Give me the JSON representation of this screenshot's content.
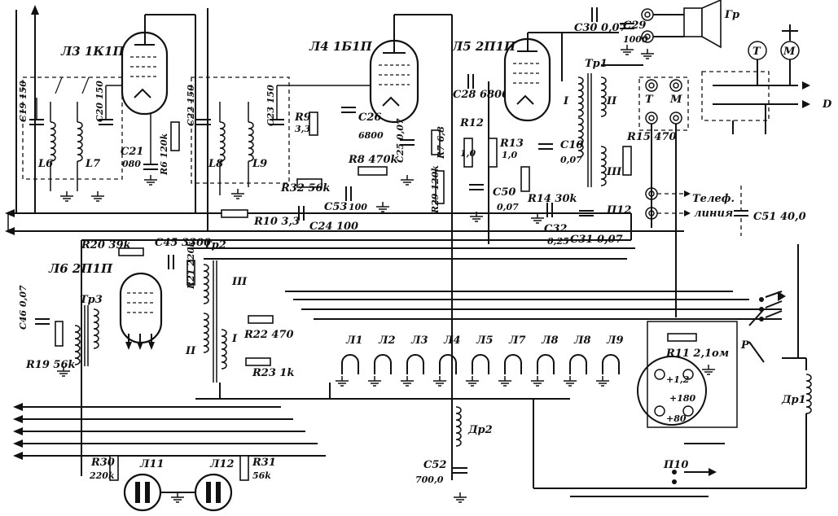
{
  "tubes": {
    "l3": "Л3 1К1П",
    "l4": "Л4 1Б1П",
    "l5": "Л5 2П1П",
    "l6": "Л6 2П1П",
    "l11": "Л11",
    "l12": "Л12"
  },
  "filaments": [
    "Л1",
    "Л2",
    "Л3",
    "Л4",
    "Л5",
    "Л7",
    "Л8",
    "Л8",
    "Л9"
  ],
  "transformers": {
    "tr1": "Тр1",
    "tr2": "Тр2",
    "tr3": "Тр3",
    "w1": "I",
    "w2": "II",
    "w3": "III",
    "w4": "I",
    "w5": "II",
    "w6": "III"
  },
  "chokes": {
    "dr1": "Др1",
    "dr2": "Др2"
  },
  "coils": {
    "l6": "L6",
    "l7": "L7",
    "l8": "L8",
    "l9": "L9"
  },
  "capacitors": {
    "c19": "C19 150",
    "c20": "C20 150",
    "c21": "C21",
    "c21v": "080",
    "c22": "C22 150",
    "c23": "C23 150",
    "c26": "C26",
    "c26v": "6800",
    "c25": "C25 0,07",
    "c28": "C28 6800",
    "c10": "C10",
    "c10v": "0,07",
    "c30": "C30 0,07",
    "c29": "C29",
    "c29v": "1000",
    "c53": "C53",
    "c53v": "100",
    "c24": "C24 100",
    "c50": "C50",
    "c50v": "0,07",
    "c32": "C32",
    "c32v": "0,25",
    "c31": "C31 0,07",
    "c51": "C51 40,0",
    "c45": "C45 3300",
    "c46": "C46 0,07",
    "c52": "C52",
    "c52v": "700,0"
  },
  "resistors": {
    "r6": "R6 120k",
    "r9": "R9",
    "r9v": "3,3",
    "r8": "R8 470k",
    "r32": "R32 56k",
    "r7": "R7 6,8",
    "r29": "R29 120k",
    "r12": "R12",
    "r12v": "1,0",
    "r13": "R13",
    "r13v": "1,0",
    "r14": "R14 30k",
    "r15": "R15 470",
    "r10": "R10 3,3",
    "r20": "R20 39k",
    "r21": "R21 220k",
    "r22": "R22 470",
    "r23": "R23 1k",
    "r19": "R19 56k",
    "r30": "R30",
    "r30v": "220k",
    "r31": "R31",
    "r31v": "56k",
    "r11": "R11 2,1ом"
  },
  "misc": {
    "gr": "Гр",
    "t": "T",
    "m": "M",
    "tel1": "Телеф.",
    "tel2": "линия",
    "p12": "П12",
    "p10": "П10",
    "p": "P",
    "d": "D",
    "v1": "+1,2",
    "v2": "+180",
    "v3": "+80"
  }
}
